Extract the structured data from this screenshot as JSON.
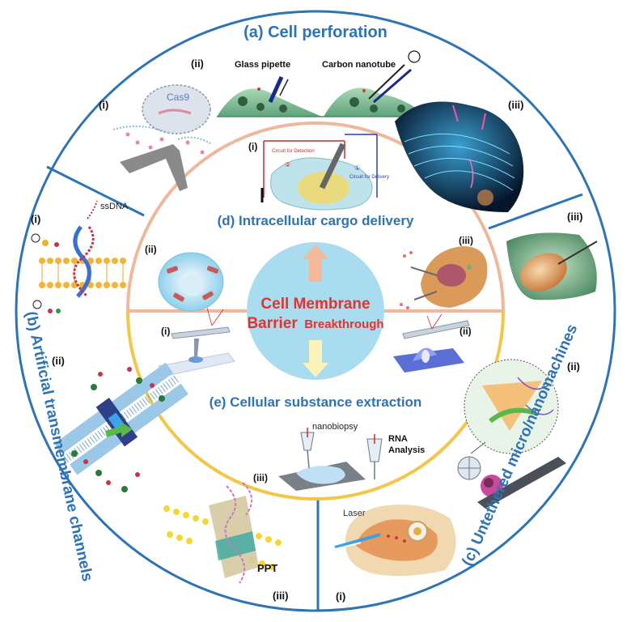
{
  "center": {
    "line1": "Cell Membrane",
    "line2_bold": "Barrier",
    "line2_rest": "Breakthrough"
  },
  "sections": {
    "a": {
      "title": "(a) Cell perforation",
      "label_i": "(i)",
      "label_ii": "(ii)",
      "label_iii": "(iii)",
      "glass_pipette": "Glass pipette",
      "carbon_nanotube": "Carbon nanotube",
      "cas9": "Cas9"
    },
    "b": {
      "title": "(b) Artificial transmembrane channels",
      "label_i": "(i)",
      "label_ii": "(ii)",
      "label_iii": "(iii)",
      "ssdna": "ssDNA",
      "ppt": "PPT"
    },
    "c": {
      "title": "(c) Untethered micro/nanomachines",
      "label_i": "(i)",
      "label_ii": "(ii)",
      "label_iii": "(iii)",
      "laser": "Laser"
    },
    "d": {
      "title": "(d) Intracellular cargo delivery",
      "label_i": "(i)",
      "label_ii": "(ii)",
      "label_iii": "(iii)",
      "circuit_detection": "Circuit for Detection",
      "circuit_delivery": "Circuit for Delivery",
      "num_2": "②",
      "num_1": "①"
    },
    "e": {
      "title": "(e) Cellular substance extraction",
      "label_i": "(i)",
      "label_ii": "(ii)",
      "label_iii": "(iii)",
      "nanobiopsy": "nanobiopsy",
      "rna": "RNA",
      "analysis": "Analysis"
    }
  },
  "colors": {
    "outer_ring": "#2e74b5",
    "middle_ring_top": "#f0b89a",
    "middle_ring_bottom": "#f3c64a",
    "center_disc": "#a9dcef",
    "title_blue": "#2e74b5",
    "center_red": "#e8312a",
    "arrow_up": "#f4b89a",
    "arrow_down": "#fbf3b8"
  }
}
